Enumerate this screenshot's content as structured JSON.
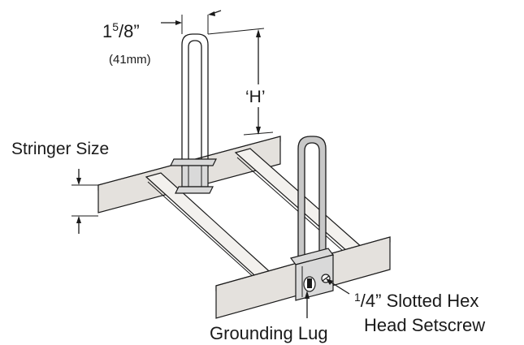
{
  "labels": {
    "width_value": "1",
    "width_fraction_num": "5",
    "width_fraction_den": "/8",
    "width_unit": "”",
    "width_metric": "(41mm)",
    "height_label": "‘H’",
    "stringer_size": "Stringer Size",
    "setscrew_num": "1",
    "setscrew_den": "/4",
    "setscrew_line1_rest": "” Slotted Hex",
    "setscrew_line2": "Head Setscrew",
    "grounding_lug": "Grounding Lug"
  }
}
